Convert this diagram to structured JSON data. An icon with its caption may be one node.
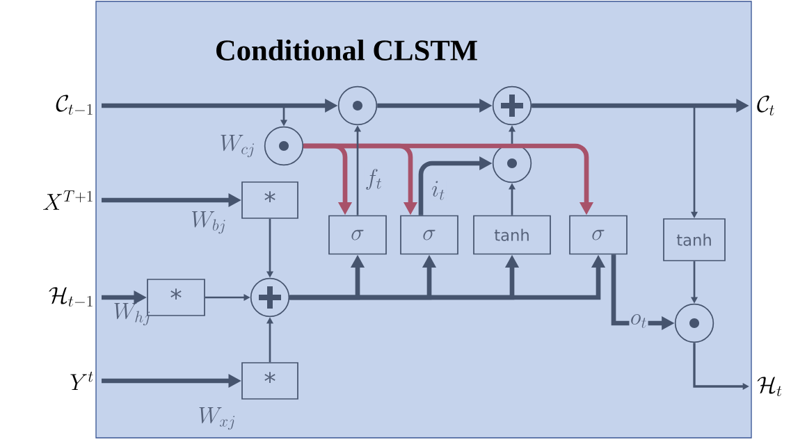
{
  "diagram": {
    "title": "Conditional CLSTM",
    "nodes": [
      {
        "text": [
          "\\mathcal{C}_{t-1}"
        ]
      },
      {
        "text": [],
        "shape": "circle"
      },
      {
        "text": [],
        "shape": "circle"
      },
      {
        "text": [
          "\\mathcal{C}_{t}"
        ]
      },
      {
        "text": [],
        "shape": "circle",
        "beside": [
          "W_{cj}"
        ]
      },
      {
        "text": [],
        "shape": "circle"
      },
      {
        "text": [
          "X^{T+1}"
        ]
      },
      {
        "text": [
          "*"
        ],
        "beside": [
          "W_{bj}"
        ]
      },
      {
        "text": [
          "\\sigma"
        ]
      },
      {
        "text": [
          "\\sigma"
        ]
      },
      {
        "text": [
          "tanh"
        ]
      },
      {
        "text": [
          "\\sigma"
        ]
      },
      {
        "text": [
          "tanh"
        ]
      },
      {
        "text": [
          "\\mathcal{H}_{t-1}"
        ]
      },
      {
        "text": [
          "*"
        ],
        "beside": [
          "W_{hj}"
        ]
      },
      {
        "text": [],
        "shape": "circle"
      },
      {
        "text": [],
        "shape": "circle"
      },
      {
        "text": [
          "Y^{t}"
        ]
      },
      {
        "text": [
          "*"
        ],
        "beside": [
          "W_{xj}"
        ]
      },
      {
        "text": [
          "\\mathcal{H}_{t}"
        ]
      }
    ],
    "edges": [
      {
        "from": 0,
        "to": 1,
        "arrow": "to"
      },
      {
        "from": 1,
        "to": 2,
        "arrow": "to"
      },
      {
        "from": 2,
        "to": 3,
        "arrow": "to"
      },
      {
        "from": 0,
        "to": 4,
        "arrow": "to"
      },
      {
        "from": 4,
        "to": 8,
        "arrow": "to",
        "color": "#a8526a"
      },
      {
        "from": 4,
        "to": 9,
        "arrow": "to",
        "color": "#a8526a"
      },
      {
        "from": 4,
        "to": 11,
        "arrow": "to",
        "color": "#a8526a"
      },
      {
        "from": 8,
        "to": 1,
        "arrow": "to",
        "label": "f_t"
      },
      {
        "from": 9,
        "to": 5,
        "arrow": "to",
        "label": "i_t"
      },
      {
        "from": 10,
        "to": 5,
        "arrow": "to"
      },
      {
        "from": 5,
        "to": 2,
        "arrow": "to"
      },
      {
        "from": 2,
        "to": 12,
        "arrow": "to"
      },
      {
        "from": 12,
        "to": 16,
        "arrow": "to"
      },
      {
        "from": 6,
        "to": 7,
        "arrow": "to"
      },
      {
        "from": 7,
        "to": 15,
        "arrow": "to"
      },
      {
        "from": 13,
        "to": 14,
        "arrow": "to"
      },
      {
        "from": 14,
        "to": 15,
        "arrow": "to"
      },
      {
        "from": 17,
        "to": 18,
        "arrow": "to"
      },
      {
        "from": 18,
        "to": 15,
        "arrow": "to"
      },
      {
        "from": 15,
        "to": 8,
        "arrow": "to"
      },
      {
        "from": 15,
        "to": 9,
        "arrow": "to"
      },
      {
        "from": 15,
        "to": 10,
        "arrow": "to"
      },
      {
        "from": 15,
        "to": 11,
        "arrow": "to"
      },
      {
        "from": 11,
        "to": 16,
        "arrow": "to",
        "label": "o_t"
      },
      {
        "from": 16,
        "to": 19,
        "arrow": "to"
      }
    ]
  }
}
